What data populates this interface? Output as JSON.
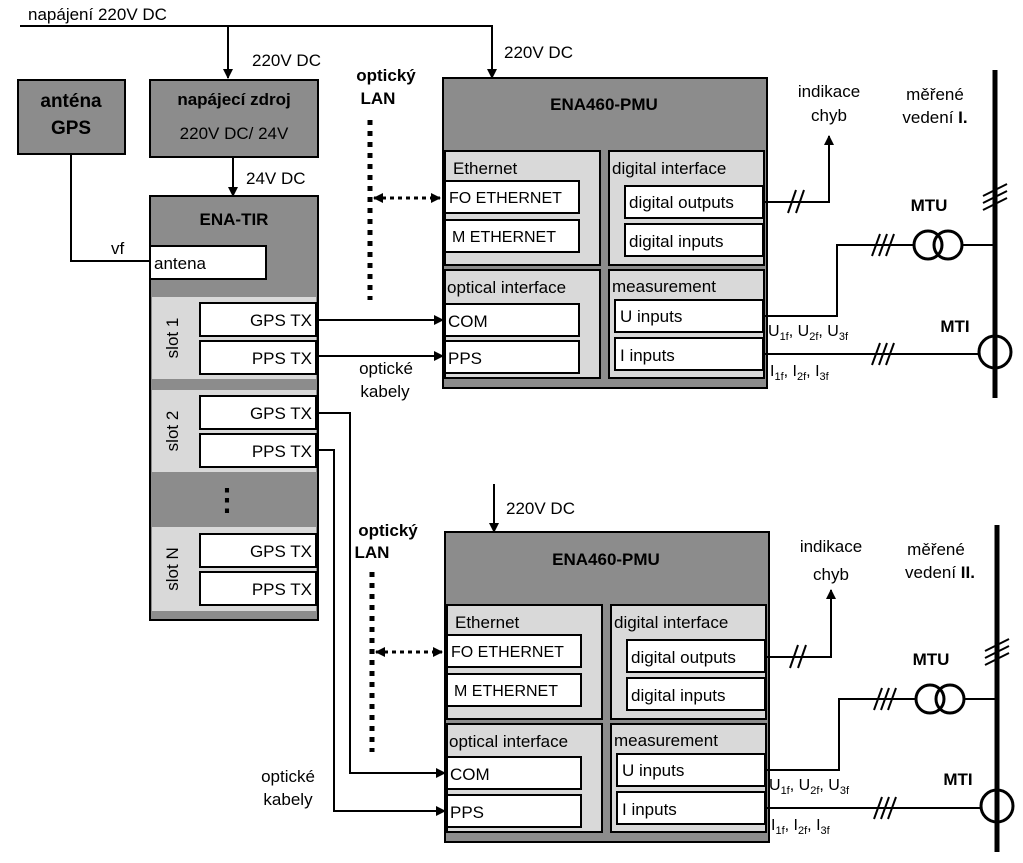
{
  "top": {
    "supply_main": "napájení 220V DC",
    "supply_220_a": "220V DC",
    "supply_220_b": "220V DC",
    "supply_220_c": "220V DC",
    "supply_24": "24V DC",
    "vf": "vf"
  },
  "gps_antenna": {
    "line1": "anténa",
    "line2": "GPS"
  },
  "power_supply": {
    "title": "napájecí zdroj",
    "subtitle": "220V DC/ 24V"
  },
  "ena_tir": {
    "title": "ENA-TIR",
    "antenna": "antena",
    "slots": [
      {
        "label": "slot 1",
        "gps": "GPS TX",
        "pps": "PPS TX"
      },
      {
        "label": "slot 2",
        "gps": "GPS TX",
        "pps": "PPS TX"
      },
      {
        "label": "slot N",
        "gps": "GPS TX",
        "pps": "PPS TX"
      }
    ],
    "ellipsis": "⋮"
  },
  "optical_lan": {
    "line1": "optický",
    "line2": "LAN"
  },
  "optical_cables": {
    "line1": "optické",
    "line2": "kabely"
  },
  "pmu": [
    {
      "title": "ENA460-PMU",
      "ethernet": "Ethernet",
      "fo_ethernet": "FO ETHERNET",
      "m_ethernet": "M ETHERNET",
      "digital_interface": "digital interface",
      "digital_outputs": "digital outputs",
      "digital_inputs": "digital inputs",
      "optical_interface": "optical interface",
      "com": "COM",
      "pps": "PPS",
      "measurement": "measurement",
      "u_inputs": "U inputs",
      "i_inputs": "I inputs"
    },
    {
      "title": "ENA460-PMU",
      "ethernet": "Ethernet",
      "fo_ethernet": "FO ETHERNET",
      "m_ethernet": "M ETHERNET",
      "digital_interface": "digital interface",
      "digital_outputs": "digital outputs",
      "digital_inputs": "digital inputs",
      "optical_interface": "optical interface",
      "com": "COM",
      "pps": "PPS",
      "measurement": "measurement",
      "u_inputs": "U inputs",
      "i_inputs": "I inputs"
    }
  ],
  "error_indication": {
    "line1": "indikace",
    "line2": "chyb"
  },
  "measured_line": [
    {
      "line1": "měřené",
      "line2a": "vedení ",
      "line2b": "I."
    },
    {
      "line1": "měřené",
      "line2a": "vedení ",
      "line2b": "II."
    }
  ],
  "mtu": "MTU",
  "mti": "MTI",
  "voltages": {
    "u": "U",
    "i": "I",
    "sub1": "1f",
    "sub2": "2f",
    "sub3": "3f",
    "sep": ", "
  }
}
